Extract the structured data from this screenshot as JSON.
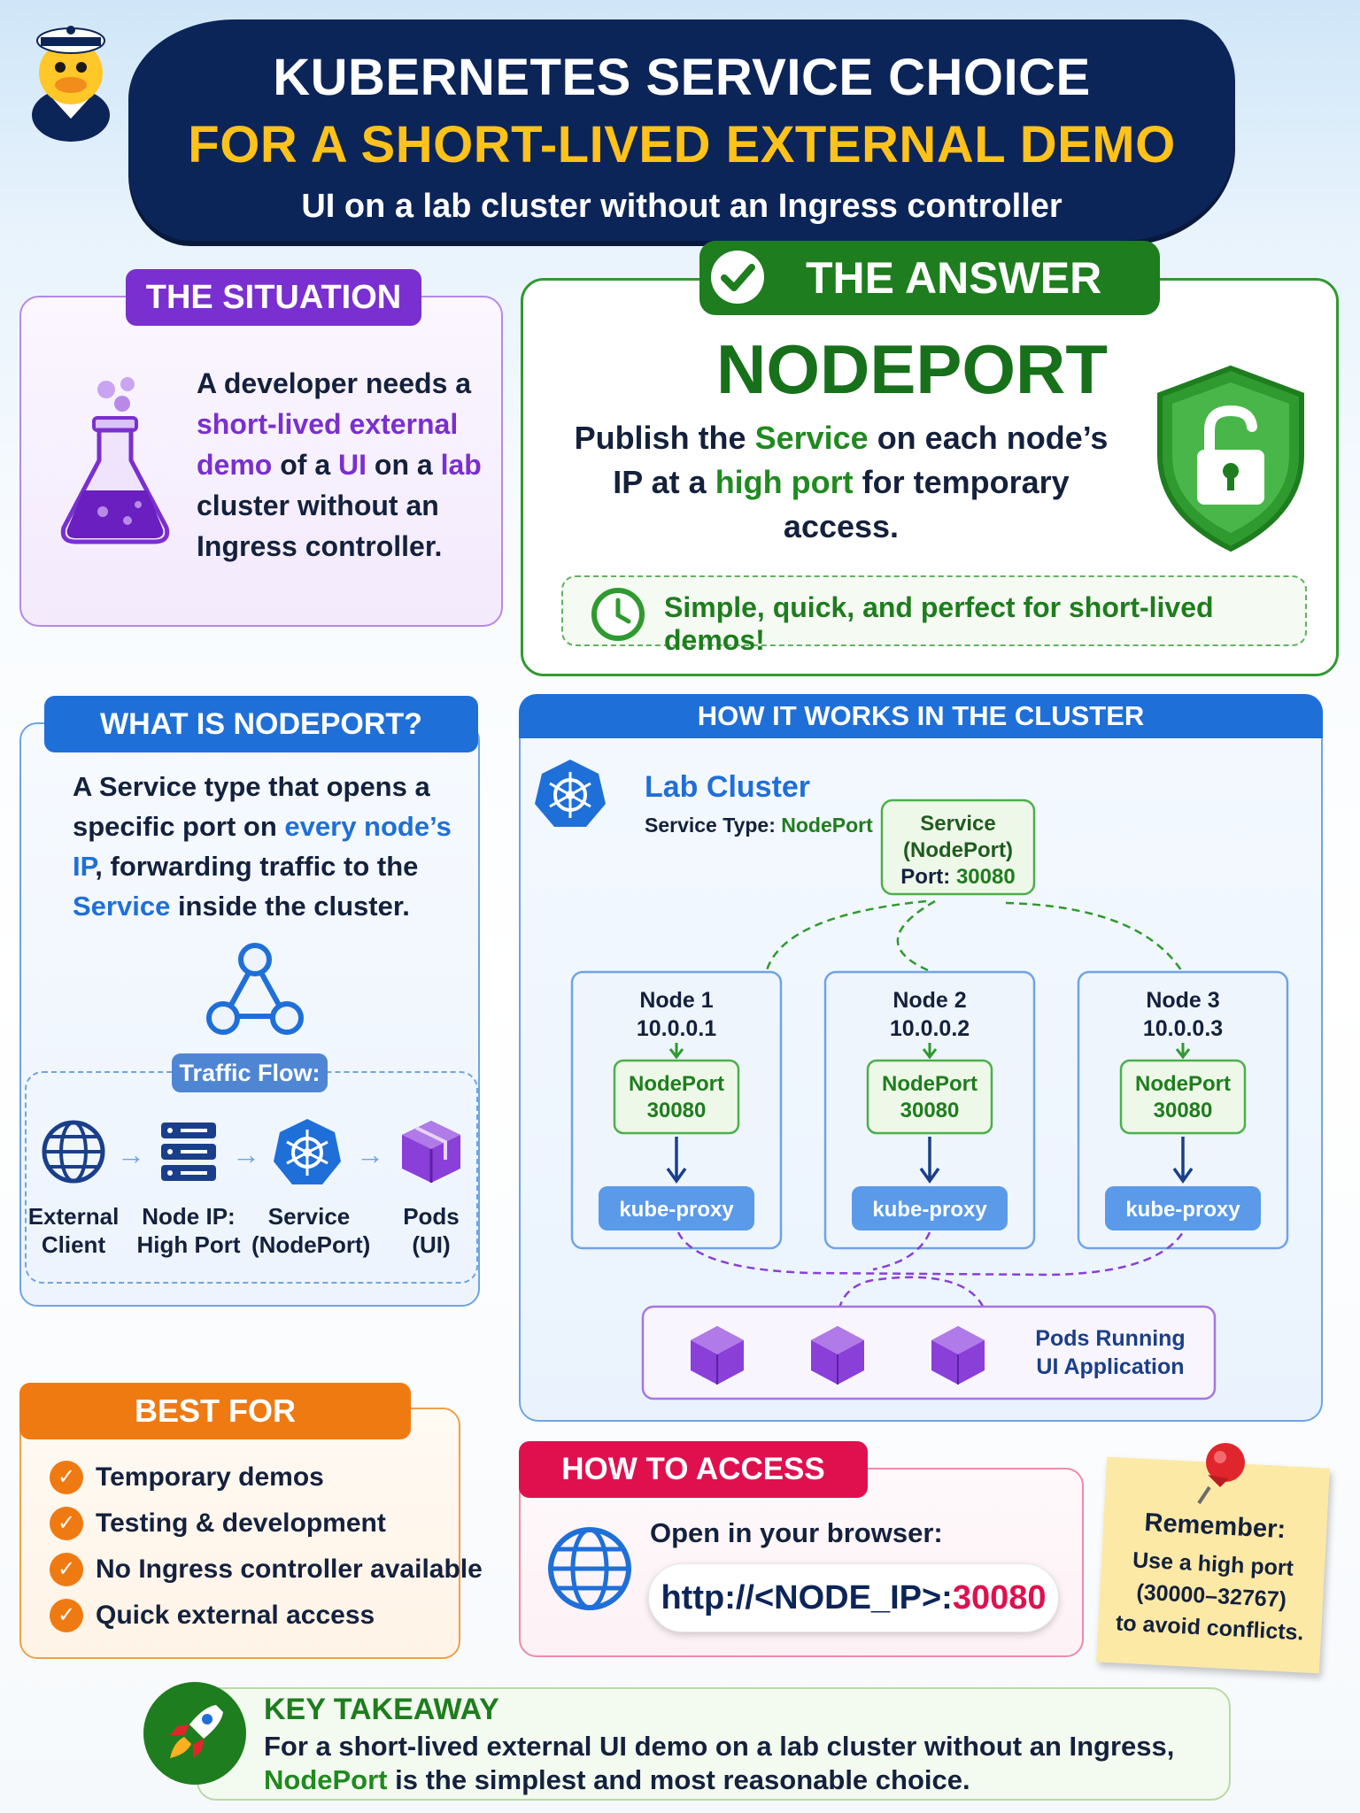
{
  "header": {
    "line1": "KUBERNETES SERVICE CHOICE",
    "line2": "FOR A SHORT-LIVED EXTERNAL DEMO",
    "subtitle": "UI on a lab cluster without an Ingress controller"
  },
  "situation": {
    "tab": "THE SITUATION",
    "t1": "A developer needs a ",
    "t2": "short-lived external demo",
    "t3": " of a ",
    "t4": "UI",
    "t5": " on a ",
    "t6": "lab",
    "t7": " cluster without an Ingress controller."
  },
  "answer": {
    "tab": "THE ANSWER",
    "title": "NODEPORT",
    "t1": "Publish the ",
    "t2": "Service",
    "t3": " on each node’s IP at a ",
    "t4": "high port",
    "t5": " for temporary access.",
    "note": "Simple, quick, and perfect for short-lived demos!"
  },
  "whatis": {
    "tab": "WHAT IS NODEPORT?",
    "t1": "A Service type that opens a specific port on ",
    "t2": "every node’s IP",
    "t3": ", forwarding traffic to the ",
    "t4": "Service",
    "t5": " inside the cluster.",
    "flow_tab": "Traffic Flow:",
    "flow": [
      {
        "l1": "External",
        "l2": "Client"
      },
      {
        "l1": "Node IP:",
        "l2": "High Port"
      },
      {
        "l1": "Service",
        "l2": "(NodePort)"
      },
      {
        "l1": "Pods",
        "l2": "(UI)"
      }
    ]
  },
  "how": {
    "bar": "HOW IT WORKS IN THE CLUSTER",
    "cluster_title": "Lab Cluster",
    "service_type_label": "Service Type: ",
    "service_type_value": "NodePort",
    "service_box": {
      "l1": "Service",
      "l2": "(NodePort)",
      "l3_label": "Port: ",
      "l3_value": "30080"
    },
    "nodes": [
      {
        "name": "Node 1",
        "ip": "10.0.0.1",
        "np": "NodePort",
        "port": "30080",
        "proxy": "kube-proxy"
      },
      {
        "name": "Node 2",
        "ip": "10.0.0.2",
        "np": "NodePort",
        "port": "30080",
        "proxy": "kube-proxy"
      },
      {
        "name": "Node 3",
        "ip": "10.0.0.3",
        "np": "NodePort",
        "port": "30080",
        "proxy": "kube-proxy"
      }
    ],
    "pods_l1": "Pods Running",
    "pods_l2": "UI Application"
  },
  "bestfor": {
    "tab": "BEST FOR",
    "items": [
      "Temporary demos",
      "Testing & development",
      "No Ingress controller available",
      "Quick external access"
    ]
  },
  "access": {
    "tab": "HOW TO ACCESS",
    "label": "Open in your browser:",
    "url_prefix": "http://<NODE_IP>:",
    "url_port": "30080"
  },
  "remember": {
    "title": "Remember:",
    "l1": "Use a high port",
    "l2": "(30000–32767)",
    "l3": "to avoid conflicts."
  },
  "key": {
    "title": "KEY TAKEAWAY",
    "t1": "For a short-lived external UI demo on a lab cluster without an Ingress,",
    "t2": "NodePort",
    "t3": " is the simplest and most reasonable choice."
  },
  "colors": {
    "navy": "#0c2559",
    "purple": "#7a2fd0",
    "green": "#1e7d1e",
    "blue": "#1f6fd8",
    "orange": "#f07a12",
    "pink": "#e0104f"
  }
}
